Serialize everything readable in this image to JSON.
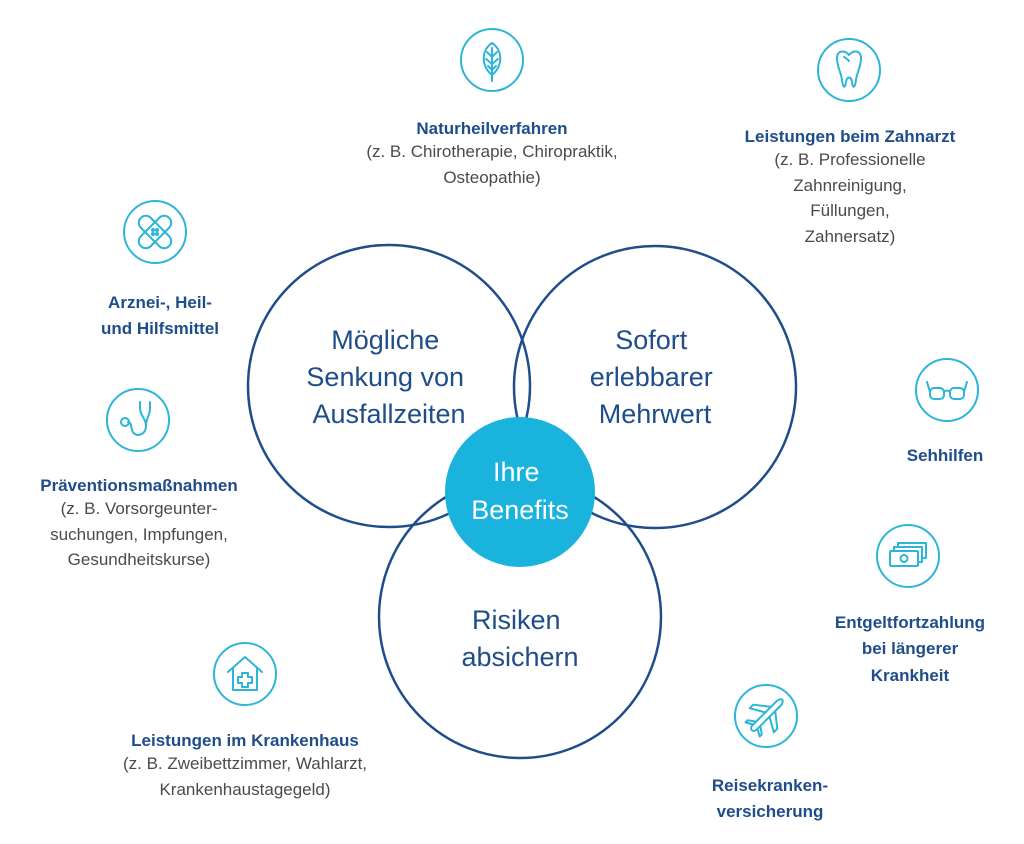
{
  "circles": {
    "left": [
      "Mögliche",
      "Senkung von",
      "Ausfallzeiten"
    ],
    "right": [
      "Sofort",
      "erlebbarer",
      "Mehrwert"
    ],
    "bottom": [
      "Risiken",
      "absichern"
    ],
    "center": [
      "Ihre",
      "Benefits"
    ]
  },
  "benefits": {
    "naturheil": {
      "title": "Naturheilverfahren",
      "desc": "(z. B. Chirotherapie, Chiropraktik,\nOsteopathie)",
      "icon": "leaf-icon"
    },
    "zahnarzt": {
      "title": "Leistungen beim Zahnarzt",
      "desc": "(z. B. Professionelle\nZahnreinigung,\nFüllungen,\nZahnersatz)",
      "icon": "tooth-icon"
    },
    "arznei": {
      "title_lines": [
        "Arznei-, Heil-",
        "und Hilfsmittel"
      ],
      "icon": "bandage-icon"
    },
    "praevention": {
      "title": "Präventionsmaßnahmen",
      "desc": "(z. B. Vorsorgeunter-\nsuchungen, Impfungen,\nGesundheitskurse)",
      "icon": "stethoscope-icon"
    },
    "sehhilfen": {
      "title": "Sehhilfen",
      "icon": "glasses-icon"
    },
    "entgelt": {
      "title_lines": [
        "Entgeltfortzahlung",
        "bei längerer",
        "Krankheit"
      ],
      "icon": "money-icon"
    },
    "krankenhaus": {
      "title": "Leistungen im Krankenhaus",
      "desc": "(z. B. Zweibettzimmer, Wahlarzt,\nKrankenhaustagegeld)",
      "icon": "hospital-icon"
    },
    "reise": {
      "title_lines": [
        "Reisekranken-",
        "versicherung"
      ],
      "icon": "airplane-icon"
    }
  },
  "colors": {
    "circle_stroke": "#1e4d8a",
    "icon_cyan": "#2cb5d9",
    "core_fill": "#19b3dd",
    "title_blue": "#1e4d8a",
    "desc_gray": "#4a4a4a"
  }
}
